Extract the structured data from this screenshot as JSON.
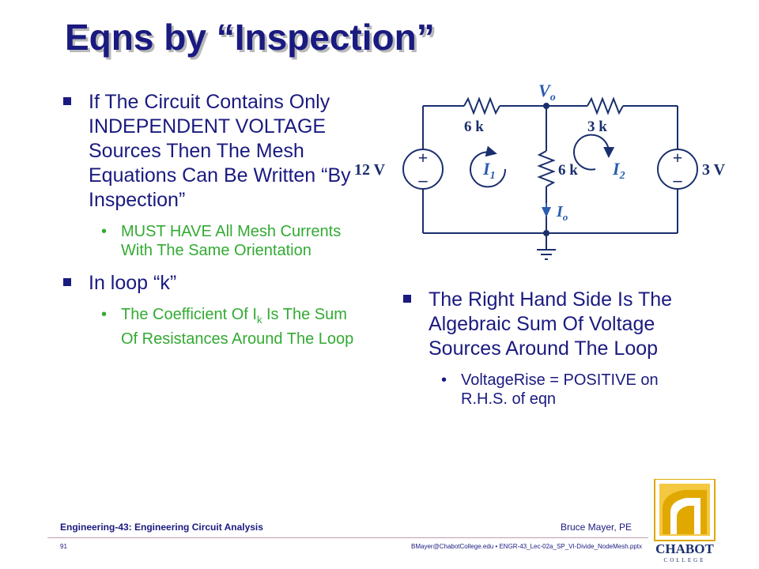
{
  "title": "Eqns by “Inspection”",
  "left": {
    "bullet1": "If The Circuit Contains Only INDEPENDENT VOLTAGE Sources Then The Mesh Equations Can Be Written “By Inspection”",
    "sub1": "MUST HAVE All Mesh Currents With The Same Orientation",
    "bullet2": "In loop “k”",
    "sub2_pre": "The Coefficient Of I",
    "sub2_sub": "k",
    "sub2_post": " Is The Sum Of Resistances Around The Loop"
  },
  "right": {
    "bullet1": "The Right Hand Side Is The Algebraic Sum Of Voltage Sources Around The Loop",
    "sub1": "VoltageRise = POSITIVE on R.H.S. of eqn"
  },
  "circuit": {
    "v_left": "12 V",
    "v_right": "3 V",
    "r_left": "6 k",
    "r_mid": "6 k",
    "r_right": "3 k",
    "node": "V",
    "node_sub": "o",
    "current_out": "I",
    "current_out_sub": "o",
    "mesh1": "I",
    "mesh1_sub": "1",
    "mesh2": "I",
    "mesh2_sub": "2"
  },
  "footer": {
    "course": "Engineering-43: Engineering Circuit Analysis",
    "author": "Bruce Mayer, PE",
    "slide_number": "91",
    "file": "BMayer@ChabotCollege.edu  •  ENGR-43_Lec-02a_SP_VI-Divide_NodeMesh.pptx"
  },
  "logo": {
    "name": "CHABOT",
    "sub": "COLLEGE"
  },
  "colors": {
    "title": "#1a1a80",
    "sub_bullet": "#33aa33",
    "circuit": "#1a2f6e",
    "current": "#2a5db0",
    "logo_gold": "#e0a800"
  }
}
